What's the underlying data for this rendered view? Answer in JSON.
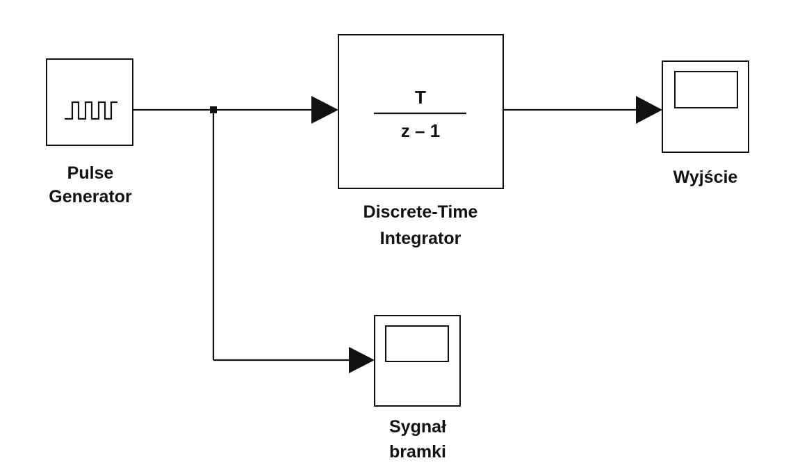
{
  "blocks": {
    "pulse_generator": {
      "label_line1": "Pulse",
      "label_line2": "Generator"
    },
    "integrator": {
      "numerator": "T",
      "denominator": "z – 1",
      "label_line1": "Discrete-Time",
      "label_line2": "Integrator"
    },
    "output_scope": {
      "label": "Wyjście"
    },
    "gate_scope": {
      "label_line1": "Sygnał",
      "label_line2": "bramki"
    }
  },
  "icons": {
    "pulse_generator": "square-wave-icon",
    "scope": "scope-screen-icon"
  },
  "colors": {
    "line": "#111111",
    "background": "#ffffff"
  }
}
